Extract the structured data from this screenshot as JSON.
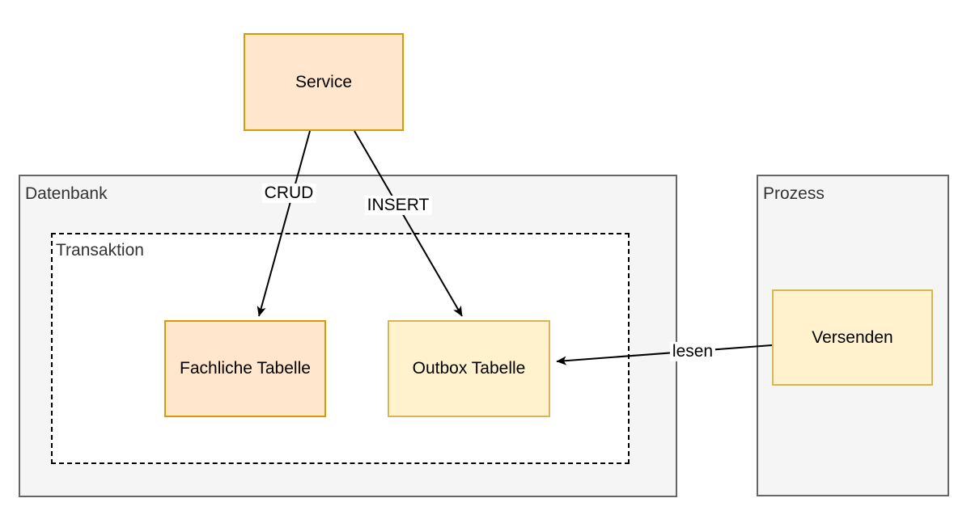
{
  "diagram": {
    "containers": {
      "datenbank": {
        "label": "Datenbank"
      },
      "transaktion": {
        "label": "Transaktion"
      },
      "prozess": {
        "label": "Prozess"
      }
    },
    "nodes": {
      "service": {
        "label": "Service"
      },
      "fachliche_tabelle": {
        "label": "Fachliche Tabelle"
      },
      "outbox_tabelle": {
        "label": "Outbox Tabelle"
      },
      "versenden": {
        "label": "Versenden"
      }
    },
    "edges": {
      "crud": {
        "label": "CRUD",
        "from": "service",
        "to": "fachliche_tabelle"
      },
      "insert": {
        "label": "INSERT",
        "from": "service",
        "to": "outbox_tabelle"
      },
      "lesen": {
        "label": "lesen",
        "from": "versenden",
        "to": "outbox_tabelle"
      }
    }
  },
  "colors": {
    "orange_fill": "#ffe6cc",
    "orange_stroke": "#d79b00",
    "yellow_fill": "#fff2cc",
    "yellow_stroke": "#d6b656",
    "container_fill": "#f5f5f5",
    "container_stroke": "#666666",
    "container_label": "#333333",
    "node_label": "#000000",
    "edge_stroke": "#000000",
    "transaction_border": "#000000"
  }
}
